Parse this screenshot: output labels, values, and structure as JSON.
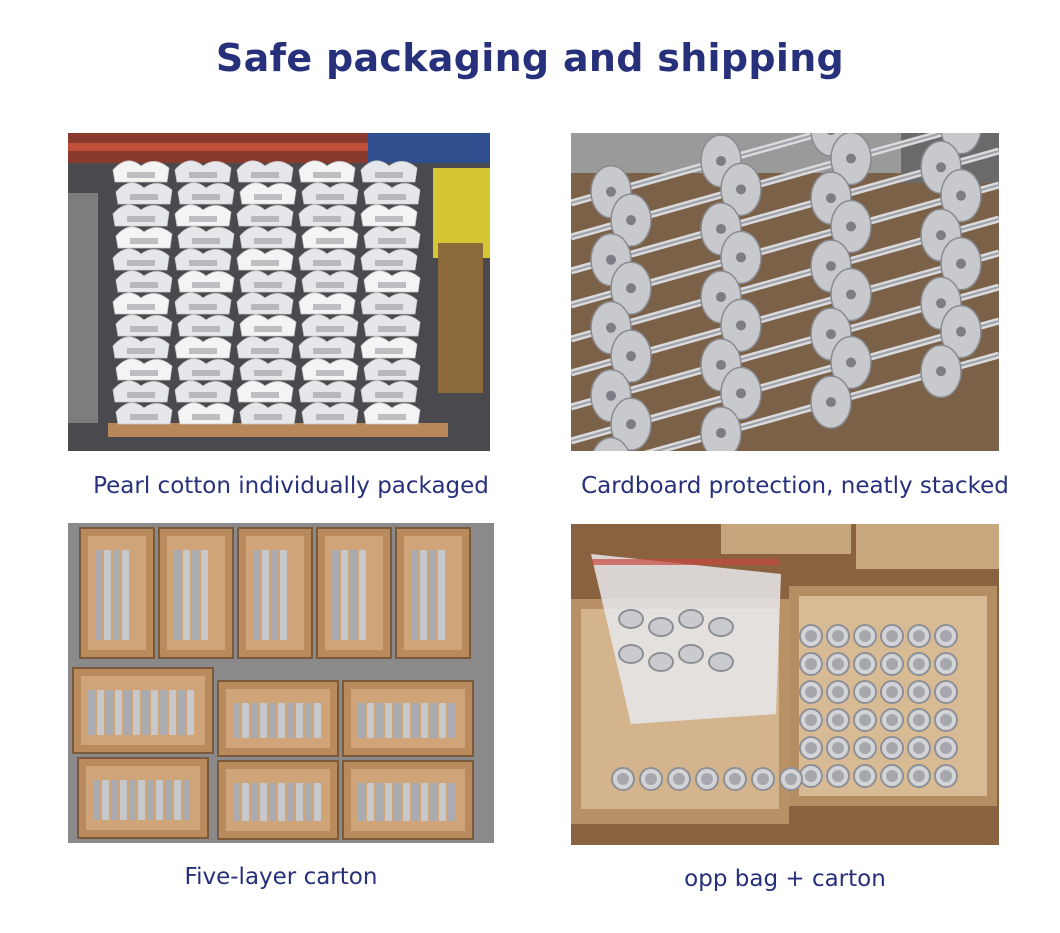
{
  "heading": "Safe packaging and shipping",
  "colors": {
    "heading": "#27307a",
    "caption": "#27307a",
    "background": "#ffffff"
  },
  "photos": [
    {
      "caption": "Pearl cotton individually packaged",
      "subject": "pallet-photo"
    },
    {
      "caption": "Cardboard protection, neatly stacked",
      "subject": "impeller-photo"
    },
    {
      "caption": "Five-layer carton",
      "subject": "carton-photo"
    },
    {
      "caption": "opp bag + carton",
      "subject": "bushing-photo"
    }
  ]
}
